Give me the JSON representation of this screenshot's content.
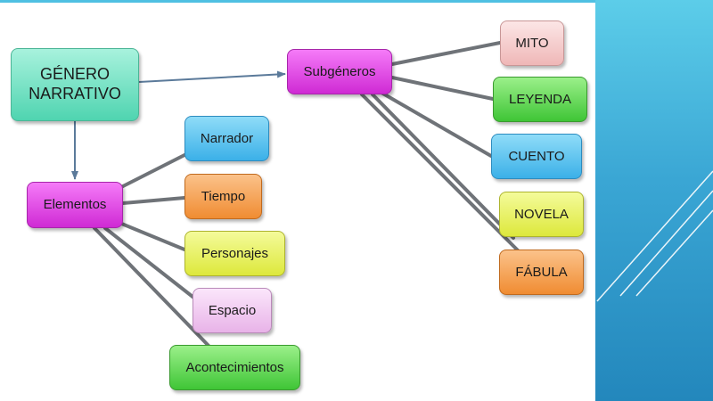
{
  "diagram": {
    "root": "GÉNERO\nNARRATIVO",
    "subgeneros": {
      "label": "Subgéneros",
      "children": [
        "MITO",
        "LEYENDA",
        "CUENTO",
        "NOVELA",
        "FÁBULA"
      ]
    },
    "elementos": {
      "label": "Elementos",
      "children": [
        "Narrador",
        "Tiempo",
        "Personajes",
        "Espacio",
        "Acontecimientos"
      ]
    }
  },
  "colors": {
    "connector": "#6f7378",
    "arrow": "#5b7a9a",
    "side_panel": "#3aa6d4"
  }
}
